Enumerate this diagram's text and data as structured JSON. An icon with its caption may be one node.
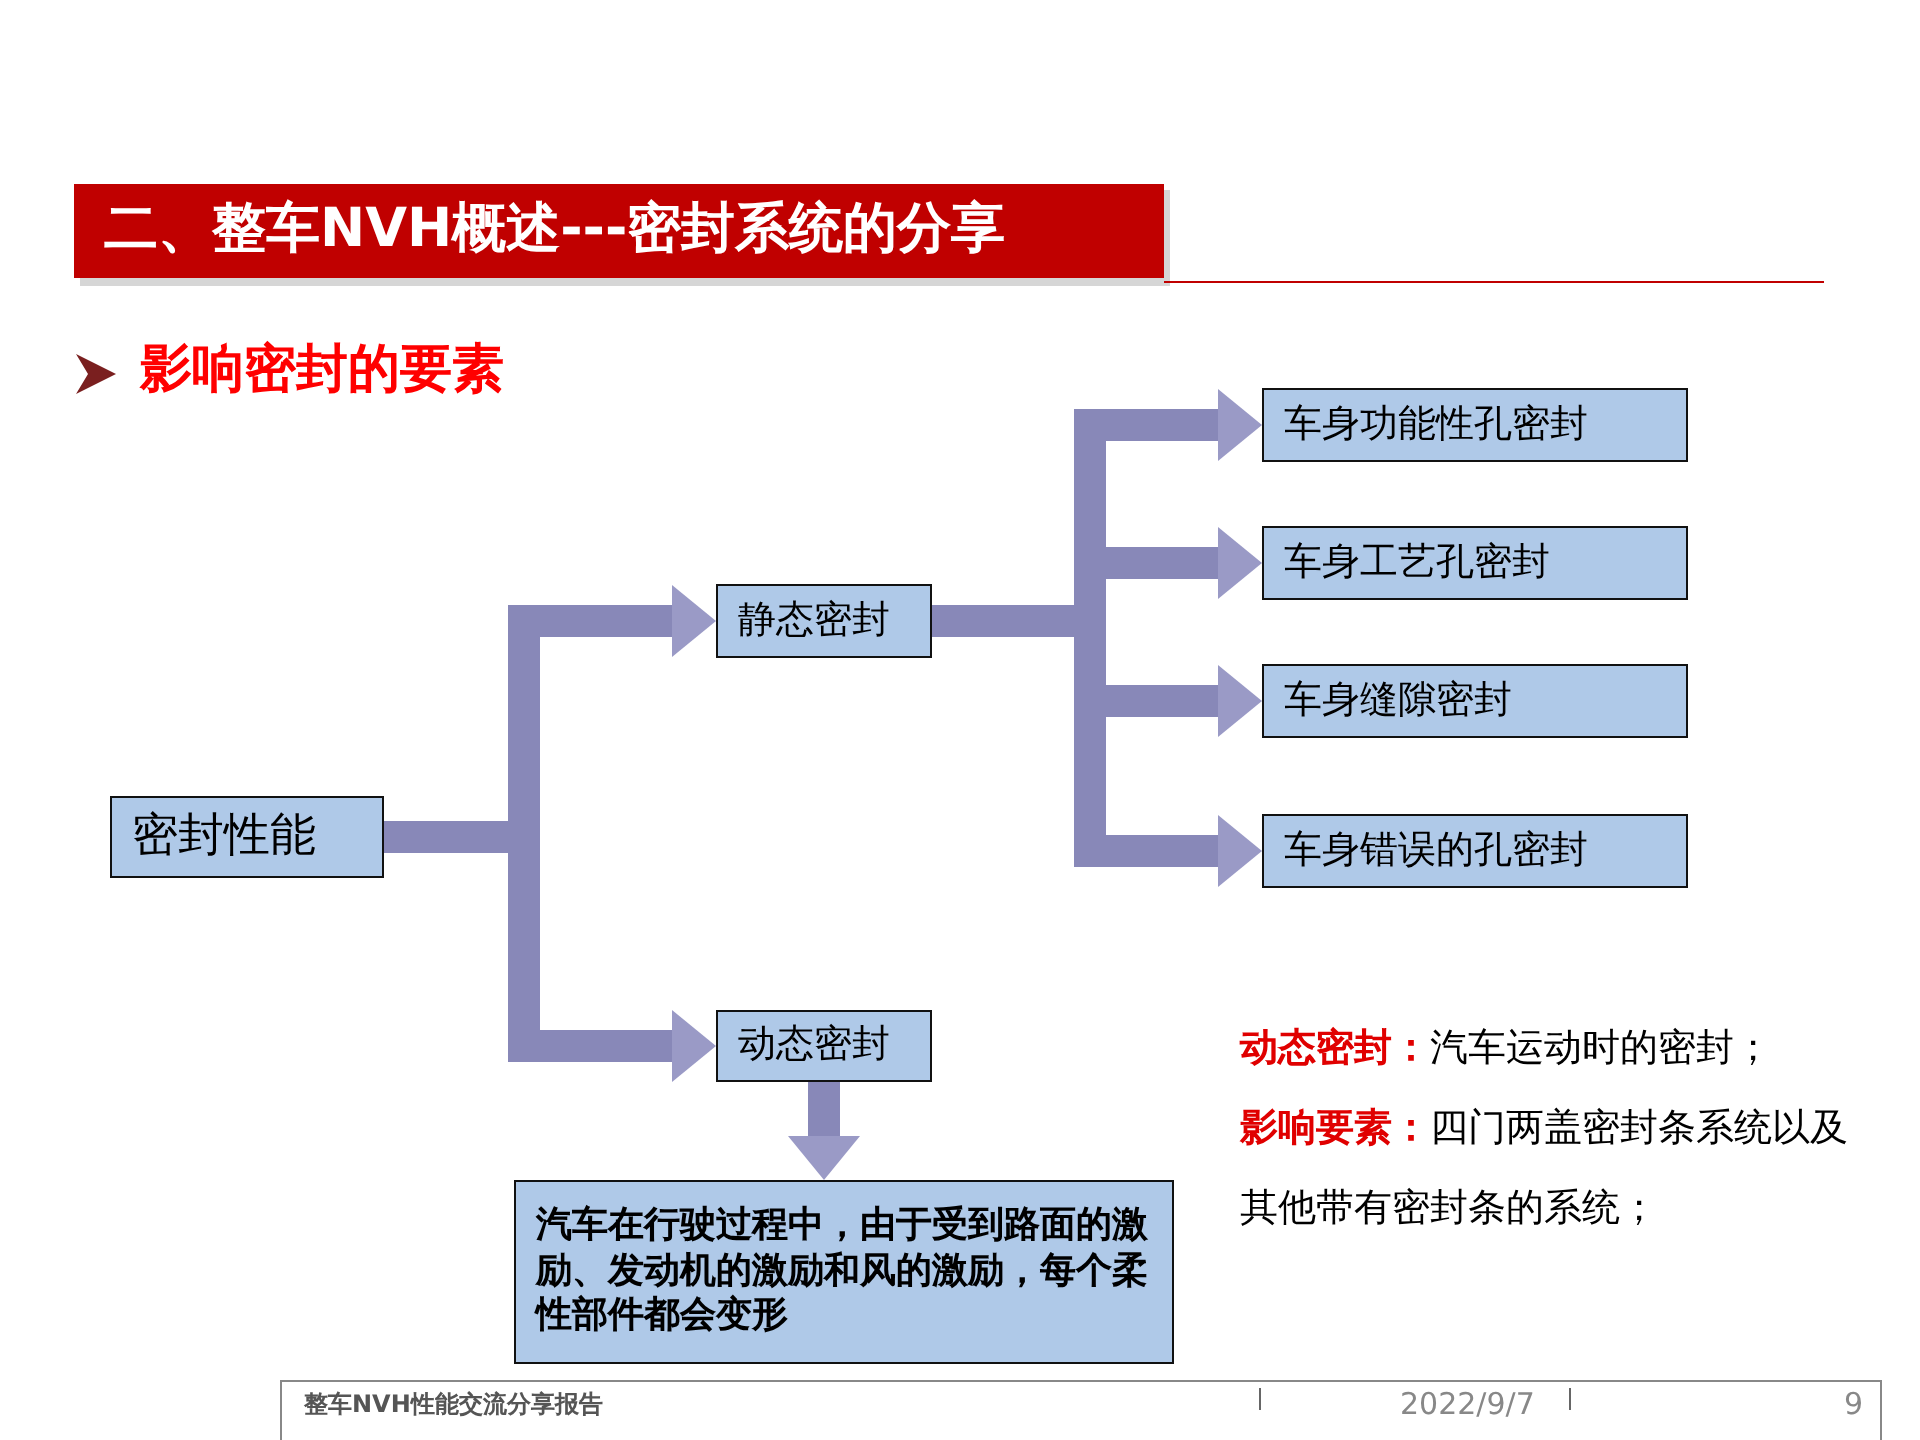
{
  "diagram": {
    "title": "二、整车NVH概述---密封系统的分享",
    "nodes": [
      {
        "text": [
          "密封性能"
        ]
      },
      {
        "text": [
          "静态密封"
        ]
      },
      {
        "text": [
          "动态密封"
        ]
      },
      {
        "text": [
          "车身功能性孔密封"
        ]
      },
      {
        "text": [
          "车身工艺孔密封"
        ]
      },
      {
        "text": [
          "车身缝隙密封"
        ]
      },
      {
        "text": [
          "车身错误的孔密封"
        ]
      },
      {
        "text": [
          "汽车在行驶过程中，由于受到路面的激励、发动机的激励和风的激励，每个柔性部件都会变形"
        ]
      }
    ],
    "edges": [
      {
        "from": 0,
        "to": 1,
        "arrow": "to"
      },
      {
        "from": 0,
        "to": 2,
        "arrow": "to"
      },
      {
        "from": 1,
        "to": 3,
        "arrow": "to"
      },
      {
        "from": 1,
        "to": 4,
        "arrow": "to"
      },
      {
        "from": 1,
        "to": 5,
        "arrow": "to"
      },
      {
        "from": 1,
        "to": 6,
        "arrow": "to"
      },
      {
        "from": 2,
        "to": 7,
        "arrow": "to"
      }
    ],
    "labels": [
      "影响密封的要素",
      "**动态密封：**汽车运动时的密封；",
      "**影响要素：**四门两盖密封条系统以及其他带有密封条的系统；",
      "整车NVH性能交流分享报告",
      "2022/9/7",
      "9"
    ]
  }
}
